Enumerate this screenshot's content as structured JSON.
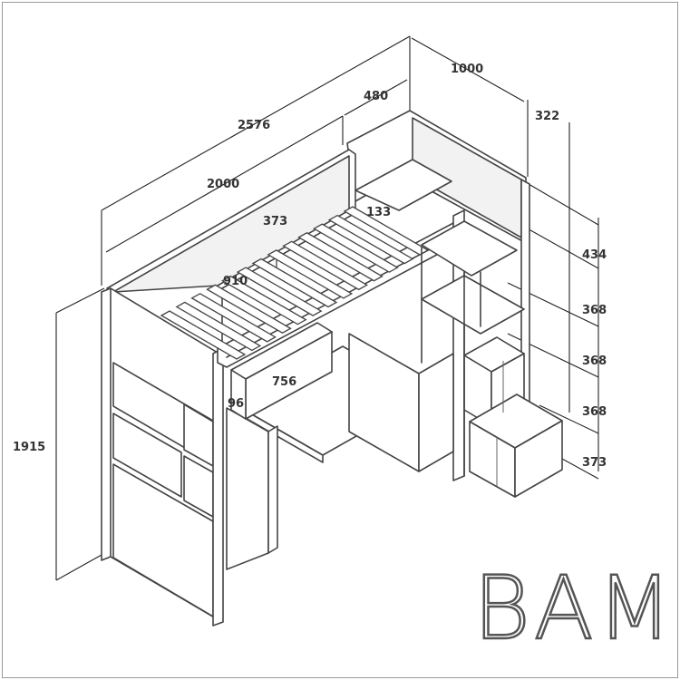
{
  "brand": {
    "name": "BAMI"
  },
  "dimensions": {
    "length_total": "2576",
    "length_bed": "2000",
    "width_total": "1000",
    "top_step": "480",
    "steps_offset": "322",
    "slat_gap": "373",
    "slat_end": "133",
    "bed_width": "910",
    "drawer_width": "756",
    "drawer_height": "96",
    "height_total": "1915",
    "step_1": "434",
    "step_2": "368",
    "step_3": "368",
    "step_4": "368",
    "step_5": "373"
  }
}
